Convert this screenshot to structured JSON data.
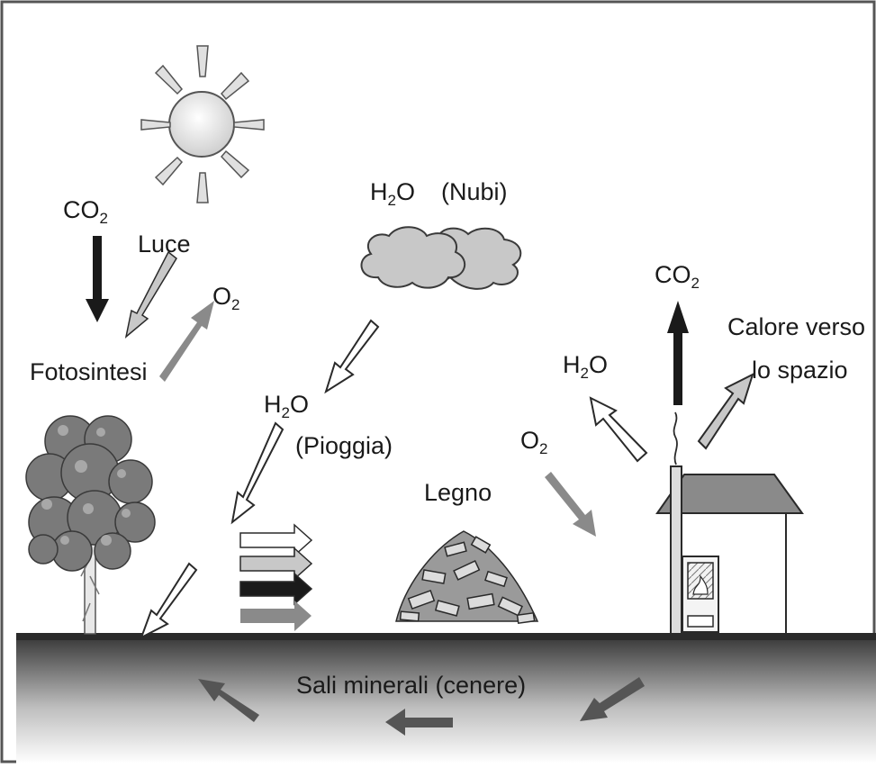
{
  "labels": {
    "co2_left": "CO",
    "co2_left_sub": "2",
    "luce": "Luce",
    "o2_left": "O",
    "o2_left_sub": "2",
    "fotosintesi": "Fotosintesi",
    "h2o_nubi_h": "H",
    "h2o_nubi_sub": "2",
    "h2o_nubi_o": "O",
    "nubi": "(Nubi)",
    "h2o_pioggia_h": "H",
    "h2o_pioggia_sub": "2",
    "h2o_pioggia_o": "O",
    "pioggia": "(Pioggia)",
    "legno": "Legno",
    "o2_mid": "O",
    "o2_mid_sub": "2",
    "h2o_house_h": "H",
    "h2o_house_sub": "2",
    "h2o_house_o": "O",
    "co2_house": "CO",
    "co2_house_sub": "2",
    "calore_line1": "Calore verso",
    "calore_line2": "lo spazio",
    "sali": "Sali minerali (cenere)"
  },
  "colors": {
    "dark": "#1a1a1a",
    "gray": "#8a8a8a",
    "light_gray": "#c8c8c8",
    "white": "#ffffff",
    "ground_top": "#2a2a2a",
    "ground_bottom": "#ffffff"
  }
}
